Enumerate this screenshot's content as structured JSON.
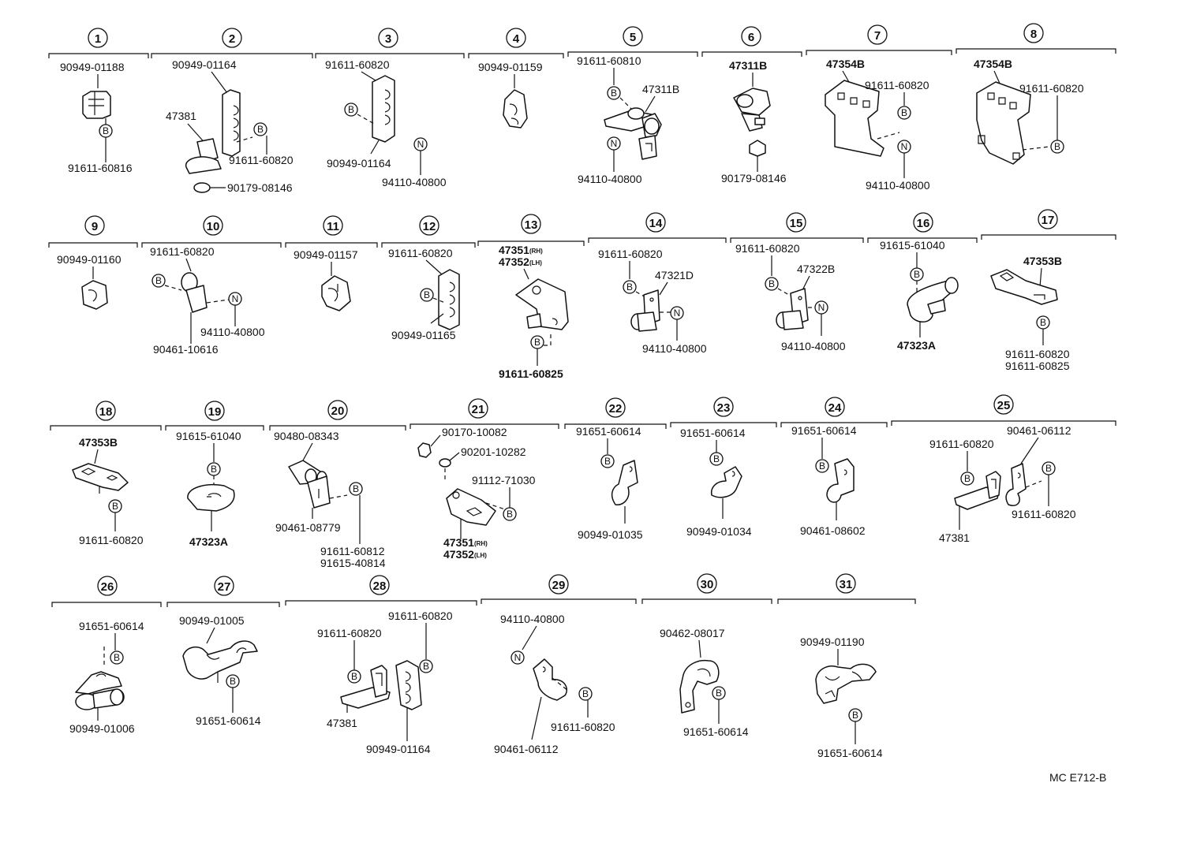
{
  "footer_code": "MC E712-B",
  "symbols": {
    "bolt": "B",
    "nut": "N"
  },
  "groups": [
    {
      "n": "1",
      "labels": [
        "90949-01188",
        "91611-60816"
      ]
    },
    {
      "n": "2",
      "labels": [
        "90949-01164",
        "47381",
        "91611-60820",
        "90179-08146"
      ]
    },
    {
      "n": "3",
      "labels": [
        "91611-60820",
        "90949-01164",
        "94110-40800"
      ]
    },
    {
      "n": "4",
      "labels": [
        "90949-01159"
      ]
    },
    {
      "n": "5",
      "labels": [
        "91611-60810",
        "47311B",
        "94110-40800"
      ]
    },
    {
      "n": "6",
      "labels": [
        "47311B",
        "90179-08146"
      ]
    },
    {
      "n": "7",
      "labels": [
        "47354B",
        "91611-60820",
        "94110-40800"
      ]
    },
    {
      "n": "8",
      "labels": [
        "47354B",
        "91611-60820"
      ]
    },
    {
      "n": "9",
      "labels": [
        "90949-01160"
      ]
    },
    {
      "n": "10",
      "labels": [
        "91611-60820",
        "94110-40800",
        "90461-10616"
      ]
    },
    {
      "n": "11",
      "labels": [
        "90949-01157"
      ]
    },
    {
      "n": "12",
      "labels": [
        "91611-60820",
        "90949-01165"
      ]
    },
    {
      "n": "13",
      "labels": [
        "47351",
        "47352",
        "91611-60825"
      ],
      "subs": [
        "(RH)",
        "(LH)"
      ]
    },
    {
      "n": "14",
      "labels": [
        "91611-60820",
        "47321D",
        "94110-40800"
      ]
    },
    {
      "n": "15",
      "labels": [
        "91611-60820",
        "47322B",
        "94110-40800"
      ]
    },
    {
      "n": "16",
      "labels": [
        "91615-61040",
        "47323A"
      ]
    },
    {
      "n": "17",
      "labels": [
        "47353B",
        "91611-60820",
        "91611-60825"
      ]
    },
    {
      "n": "18",
      "labels": [
        "47353B",
        "91611-60820"
      ]
    },
    {
      "n": "19",
      "labels": [
        "91615-61040",
        "47323A"
      ]
    },
    {
      "n": "20",
      "labels": [
        "90480-08343",
        "90461-08779",
        "91611-60812",
        "91615-40814"
      ]
    },
    {
      "n": "21",
      "labels": [
        "90170-10082",
        "90201-10282",
        "91112-71030",
        "47351",
        "47352"
      ],
      "subs": [
        "(RH)",
        "(LH)"
      ]
    },
    {
      "n": "22",
      "labels": [
        "91651-60614",
        "90949-01035"
      ]
    },
    {
      "n": "23",
      "labels": [
        "91651-60614",
        "90949-01034"
      ]
    },
    {
      "n": "24",
      "labels": [
        "91651-60614",
        "90461-08602"
      ]
    },
    {
      "n": "25",
      "labels": [
        "90461-06112",
        "91611-60820",
        "91611-60820",
        "47381"
      ]
    },
    {
      "n": "26",
      "labels": [
        "91651-60614",
        "90949-01006"
      ]
    },
    {
      "n": "27",
      "labels": [
        "90949-01005",
        "91651-60614"
      ]
    },
    {
      "n": "28",
      "labels": [
        "91611-60820",
        "91611-60820",
        "47381",
        "90949-01164"
      ]
    },
    {
      "n": "29",
      "labels": [
        "94110-40800",
        "91611-60820",
        "90461-06112"
      ]
    },
    {
      "n": "30",
      "labels": [
        "90462-08017",
        "91651-60614"
      ]
    },
    {
      "n": "31",
      "labels": [
        "90949-01190",
        "91651-60614"
      ]
    }
  ]
}
